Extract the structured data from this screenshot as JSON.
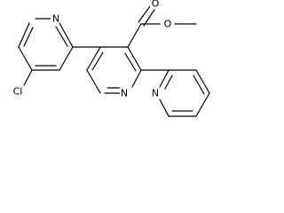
{
  "labels": {
    "chlorine": "Cl",
    "nitrogen_chloropyridine": "N",
    "nitrogen_core": "N",
    "nitrogen_pyridyl": "N",
    "oxygen_carbonyl": "O",
    "oxygen_ester": "O"
  },
  "colors": {
    "ink": "#000000",
    "background": "#ffffff"
  }
}
